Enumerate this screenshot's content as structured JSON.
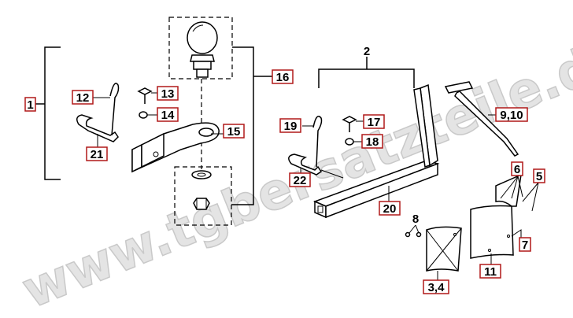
{
  "watermark": "www.tgbersatzteile.de",
  "labels": {
    "l1": "1",
    "l2": "2",
    "l34": "3,4",
    "l5": "5",
    "l6": "6",
    "l7": "7",
    "l8": "8",
    "l910": "9,10",
    "l11": "11",
    "l12": "12",
    "l13": "13",
    "l14": "14",
    "l15": "15",
    "l16": "16",
    "l17": "17",
    "l18": "18",
    "l19": "19",
    "l20": "20",
    "l21": "21",
    "l22": "22"
  }
}
